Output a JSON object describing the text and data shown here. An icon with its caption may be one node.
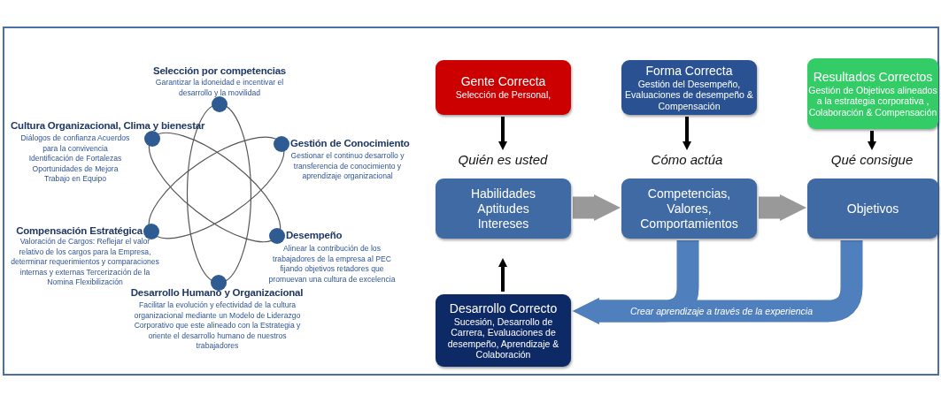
{
  "diagram": {
    "nodes": [
      {
        "text": [],
        "shape": "circle",
        "beside": [
          "Selección por competencias",
          "Garantizar la idoneidad e incentivar el desarrollo y la movilidad"
        ]
      },
      {
        "text": [],
        "shape": "circle",
        "beside": [
          "Cultura Organizacional, Clima y bienestar",
          "Diálogos de confianza Acuerdos para la convivencia Identificación de Fortalezas Oportunidades de Mejora Trabajo en Equipo"
        ]
      },
      {
        "text": [],
        "shape": "circle",
        "beside": [
          "Gestión de Conocimiento",
          "Gestionar el continuo desarrollo y transferencia de conocimiento y aprendizaje organizacional"
        ]
      },
      {
        "text": [],
        "shape": "circle",
        "beside": [
          "Compensación Estratégica",
          "Valoración de Cargos: Reflejar el valor relativo de los cargos para la Empresa, determinar requerimientos y comparaciones internas y externas Tercerización de la Nomina Flexibilización"
        ]
      },
      {
        "text": [],
        "shape": "circle",
        "beside": [
          "Desempeño",
          "Alinear la contribución de los trabajadores de la empresa al PEC fijando objetivos retadores que promuevan una cultura de excelencia"
        ]
      },
      {
        "text": [],
        "shape": "circle",
        "beside": [
          "Desarrollo  Humano y Organizacional",
          "Facilitar la evolución y efectividad de la cultura organizacional mediante un Modelo de Liderazgo Corporativo que este alineado con la Estrategia y oriente el desarrollo humano de nuestros trabajadores"
        ]
      },
      {
        "text": [
          "Gente Correcta",
          "Selección de Personal,"
        ]
      },
      {
        "text": [
          "Forma Correcta",
          "Gestión del Desempeño, Evaluaciones de desempeño & Compensación"
        ]
      },
      {
        "text": [
          "Resultados Correctos",
          "Gestión de Objetivos alineados a la estrategia corporativa , Colaboración & Compensación"
        ]
      },
      {
        "text": [
          "Quién es usted"
        ]
      },
      {
        "text": [
          "Cómo actúa"
        ]
      },
      {
        "text": [
          "Qué consigue"
        ]
      },
      {
        "text": [
          "Habilidades Aptitudes Intereses"
        ]
      },
      {
        "text": [
          "Competencias, Valores, Comportamientos"
        ]
      },
      {
        "text": [
          "Objetivos"
        ]
      },
      {
        "text": [
          "Desarrollo Correcto",
          "Sucesión, Desarrollo de Carrera, Evaluaciones de desempeño, Aprendizaje & Colaboración"
        ]
      }
    ],
    "edges": [
      {
        "from": 6,
        "to": 9,
        "arrow": "to"
      },
      {
        "from": 7,
        "to": 10,
        "arrow": "to"
      },
      {
        "from": 8,
        "to": 11,
        "arrow": "to"
      },
      {
        "from": 12,
        "to": 13,
        "arrow": "to",
        "style": "thick",
        "color": "#999999"
      },
      {
        "from": 13,
        "to": 14,
        "arrow": "to",
        "style": "thick",
        "color": "#999999"
      },
      {
        "from": 15,
        "to": 12,
        "arrow": "to"
      },
      {
        "from": 13,
        "to": 15,
        "arrow": "to",
        "style": "thick",
        "color": "#4f7fbd"
      },
      {
        "from": 14,
        "to": 15,
        "arrow": "to",
        "style": "thick",
        "color": "#4f7fbd",
        "label": "Crear aprendizaje a través de la experiencia"
      }
    ]
  }
}
